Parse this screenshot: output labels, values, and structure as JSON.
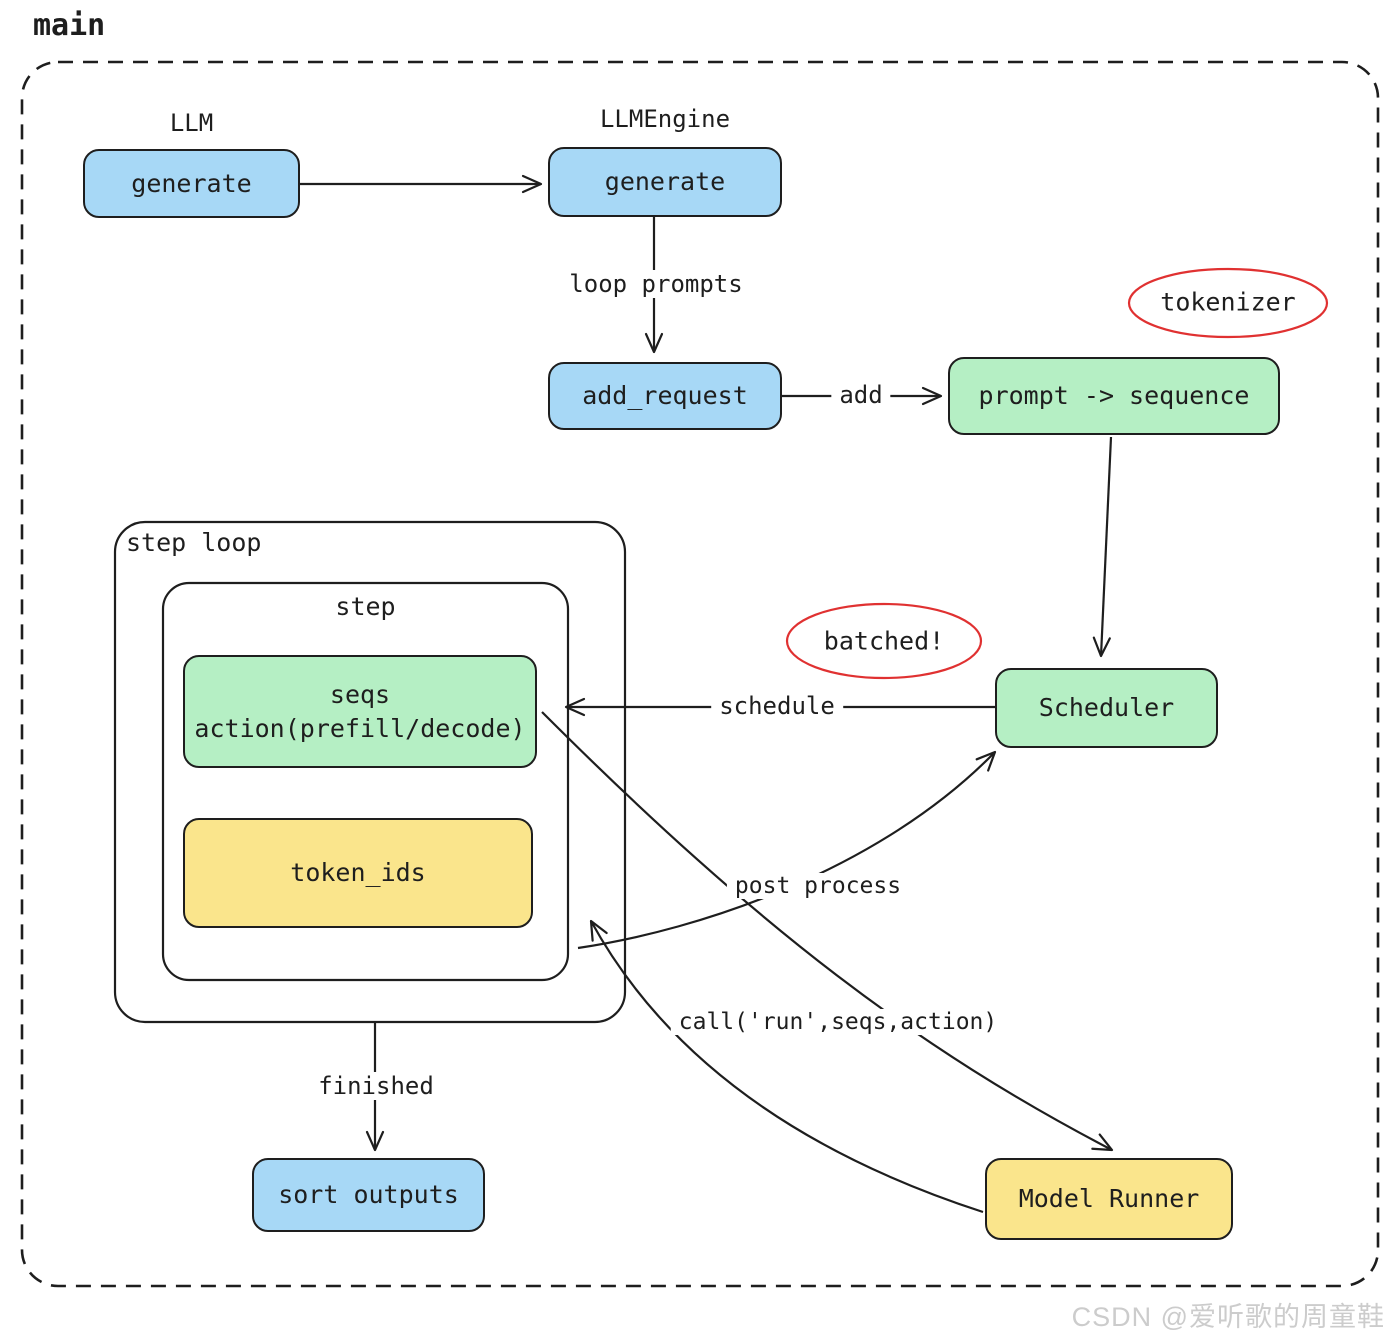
{
  "diagram": {
    "main_label": "main",
    "containers": {
      "step_loop_label": "step loop",
      "step_label": "step"
    },
    "nodes": {
      "llm": {
        "class_label": "LLM",
        "label": "generate"
      },
      "llm_engine": {
        "class_label": "LLMEngine",
        "label": "generate"
      },
      "add_request": {
        "label": "add_request"
      },
      "prompt_sequence": {
        "label": "prompt -> sequence"
      },
      "scheduler": {
        "label": "Scheduler"
      },
      "seqs_action": {
        "line1": "seqs",
        "line2": "action(prefill/decode)"
      },
      "token_ids": {
        "label": "token_ids"
      },
      "sort_outputs": {
        "label": "sort outputs"
      },
      "model_runner": {
        "label": "Model Runner"
      }
    },
    "ellipses": {
      "tokenizer": {
        "label": "tokenizer"
      },
      "batched": {
        "label": "batched!"
      }
    },
    "edge_labels": {
      "loop_prompts": "loop prompts",
      "add": "add",
      "schedule": "schedule",
      "post_process": "post process",
      "call_run": "call('run',seqs,action)",
      "finished": "finished"
    },
    "colors": {
      "node_blue": "#a7d8f6",
      "node_green": "#b5efc4",
      "node_yellow": "#fae58c",
      "ellipse_red": "#e03131",
      "stroke_dark": "#1e1e1e"
    }
  },
  "watermark": "CSDN @爱听歌的周童鞋"
}
